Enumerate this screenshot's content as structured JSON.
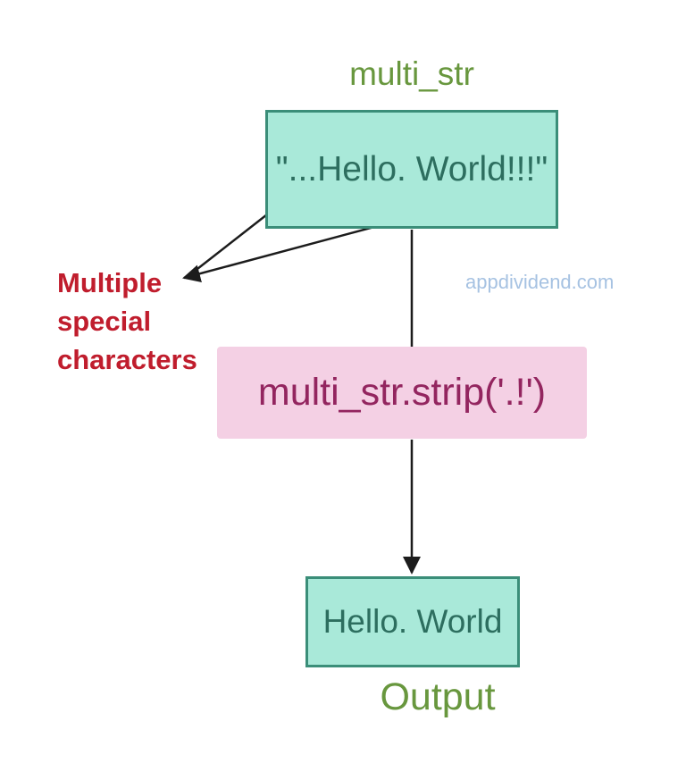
{
  "diagram": {
    "title": "multi_str",
    "input_box": {
      "text": "\"...Hello. World!!!\""
    },
    "annotation": {
      "lines": [
        "Multiple",
        "special",
        "characters"
      ]
    },
    "operation_box": {
      "text": "multi_str.strip('.!')"
    },
    "output_box": {
      "text": "Hello. World"
    },
    "output_label": "Output",
    "watermark": "appdividend.com"
  },
  "colors": {
    "background": "#ffffff",
    "box_fill_mint": "#a9e9d9",
    "box_border_teal": "#3b8e79",
    "box_text_teal": "#2d6e5f",
    "title_green": "#68973e",
    "annotation_red": "#c01d2d",
    "operation_fill_pink": "#f4d0e4",
    "operation_text_magenta": "#93255f",
    "watermark_blue": "#a6c2e2",
    "arrow_black": "#1c1c1c"
  }
}
